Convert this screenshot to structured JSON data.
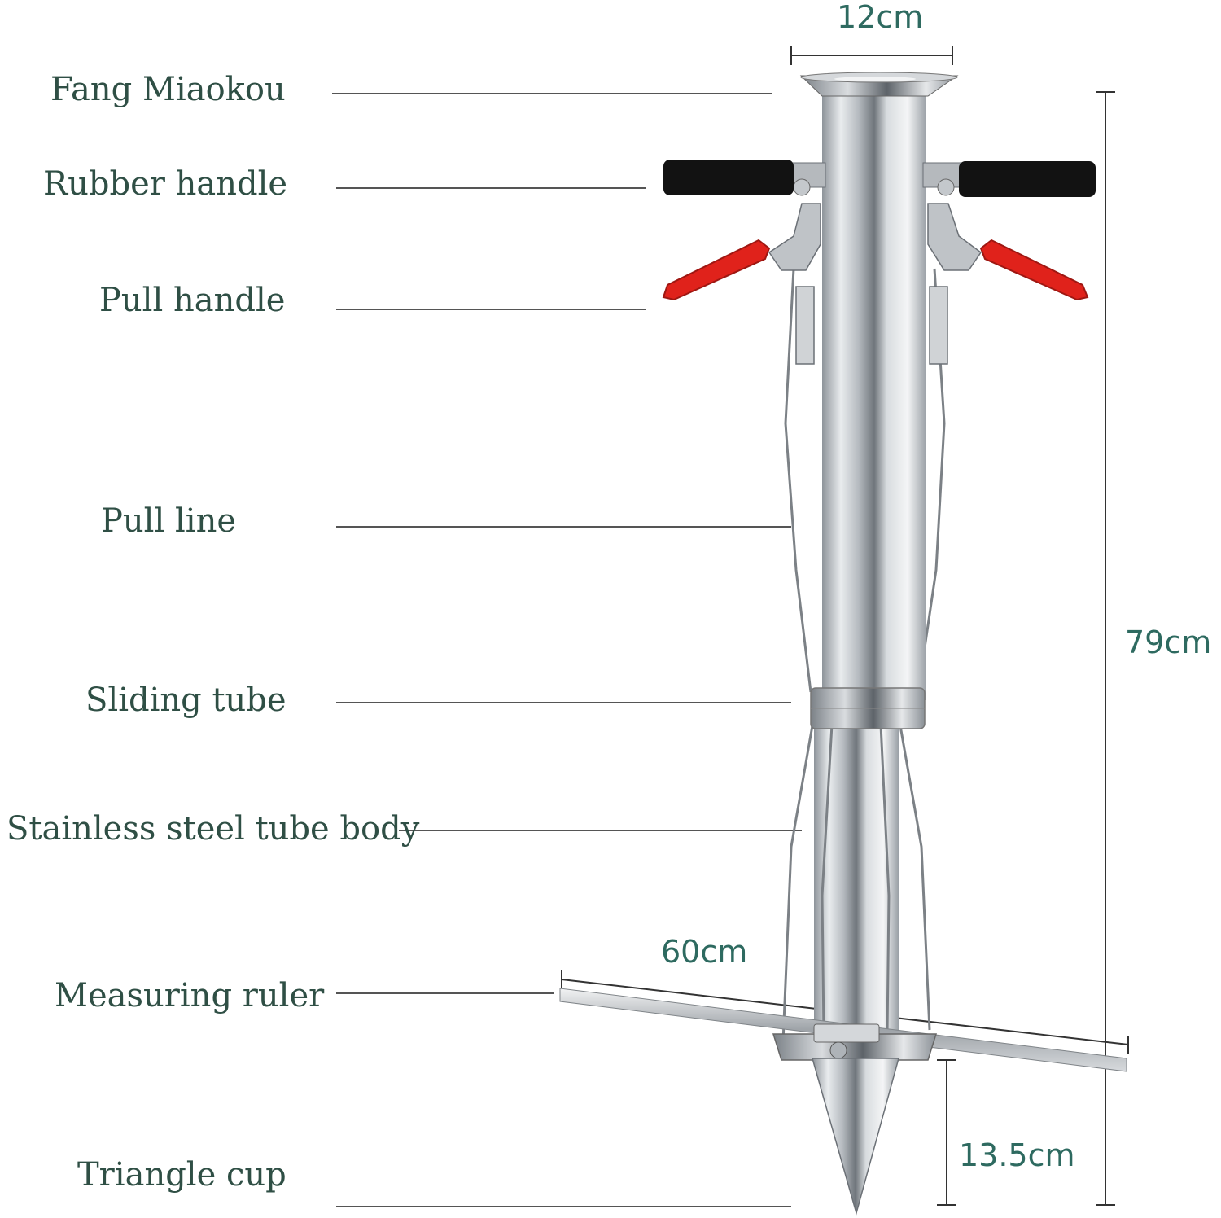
{
  "parts": {
    "fang_miaokou": "Fang Miaokou",
    "rubber_handle": "Rubber handle",
    "pull_handle": "Pull handle",
    "pull_line": "Pull line",
    "sliding_tube": "Sliding tube",
    "tube_body": "Stainless steel tube body",
    "measuring_ruler": "Measuring ruler",
    "triangle_cup": "Triangle cup"
  },
  "dimensions": {
    "width": "12cm",
    "height": "79cm",
    "ruler": "60cm",
    "cup": "13.5cm"
  },
  "colors": {
    "label": "#2f4f45",
    "dimension": "#2e6a60",
    "steel": "#c9ccd0",
    "rubber": "#111111",
    "pull_grip": "#e0221b"
  }
}
